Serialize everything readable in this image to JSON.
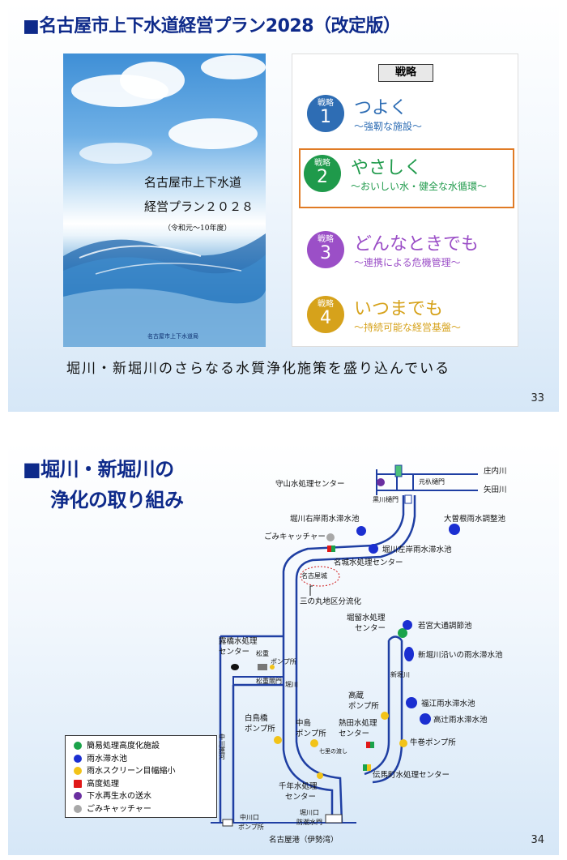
{
  "slide1": {
    "title": "■名古屋市上下水道経営プラン2028（改定版）",
    "cover": {
      "line1": "名古屋市上下水道",
      "line2": "経営プラン２０２８",
      "period": "（令和元～10年度）",
      "publisher": "名古屋市上下水道局"
    },
    "strategy_header": "戦略",
    "strategies": [
      {
        "label": "戦略",
        "num": "1",
        "title": "つよく",
        "sub": "～強靭な施設～",
        "color": "#2e6db4"
      },
      {
        "label": "戦略",
        "num": "2",
        "title": "やさしく",
        "sub": "～おいしい水・健全な水循環～",
        "color": "#1f9a4b"
      },
      {
        "label": "戦略",
        "num": "3",
        "title": "どんなときでも",
        "sub": "～連携による危機管理～",
        "color": "#9b4fc7"
      },
      {
        "label": "戦略",
        "num": "4",
        "title": "いつまでも",
        "sub": "～持続可能な経営基盤～",
        "color": "#d6a21b"
      }
    ],
    "highlight_color": "#e07b25",
    "caption": "堀川・新堀川のさらなる水質浄化施策を盛り込んでいる",
    "page": "33"
  },
  "slide2": {
    "title_line1": "■堀川・新堀川の",
    "title_line2": "浄化の取り組み",
    "page": "34",
    "map": {
      "shonai_river": "庄内川",
      "yada_river": "矢田川",
      "moriyama_center": "守山水処理センター",
      "motokachi_gate": "元杁樋門",
      "kuro_gate": "黒川樋門",
      "horikawa_right_pond": "堀川右岸雨水滞水池",
      "ozone_pond": "大曽根雨水調整池",
      "trash_catcher": "ごみキャッチャー",
      "horikawa_left_pond": "堀川左岸雨水滞水池",
      "meijo_center": "名城水処理センター",
      "nagoya_castle": "名古屋城",
      "sannomaru": "三の丸地区分流化",
      "horidome_center_1": "堀留水処理",
      "horidome_center_2": "センター",
      "wakamiya_pond": "若宮大通調節池",
      "shinhorikawa_pond": "新堀川沿いの雨水滞水池",
      "tsuyuhashi_center_1": "露橋水処理",
      "tsuyuhashi_center_2": "センター",
      "matsushige_pump_1": "松重",
      "matsushige_pump_2": "ポンプ所",
      "matsushige_gate": "松重閘門",
      "horikawa": "堀川",
      "shinhorikawa": "新堀川",
      "takakura_pump_1": "高蔵",
      "takakura_pump_2": "ポンプ所",
      "fukue_pond": "福江雨水滞水池",
      "takatsuji_pond": "高辻雨水滞水池",
      "shiratori_pump_1": "白鳥橋",
      "shiratori_pump_2": "ポンプ所",
      "nakajima_pump_1": "中島",
      "nakajima_pump_2": "ポンプ所",
      "atsuta_center_1": "熱田水処理",
      "atsuta_center_2": "センター",
      "ushimaki_pump": "牛巻ポンプ所",
      "shichiri": "七里の渡し",
      "denmacho_center": "伝馬町水処理センター",
      "nakagawa_canal": "中川運河",
      "sennen_center_1": "千年水処理",
      "sennen_center_2": "センター",
      "nakagawaguchi_pump_1": "中川口",
      "nakagawaguchi_pump_2": "ポンプ所",
      "horikawaguchi_gate_1": "堀川口",
      "horikawaguchi_gate_2": "防潮水門",
      "nagoya_port": "名古屋港（伊勢湾）"
    },
    "legend": [
      {
        "label": "簡易処理高度化施設",
        "color": "#1aa34a",
        "shape": "circle"
      },
      {
        "label": "雨水滞水池",
        "color": "#1b2fd1",
        "shape": "circle"
      },
      {
        "label": "雨水スクリーン目幅縮小",
        "color": "#f2c318",
        "shape": "circle"
      },
      {
        "label": "高度処理",
        "color": "#e01818",
        "shape": "square"
      },
      {
        "label": "下水再生水の送水",
        "color": "#6a2fa0",
        "shape": "circle"
      },
      {
        "label": "ごみキャッチャー",
        "color": "#a8a8a8",
        "shape": "circle"
      }
    ]
  }
}
